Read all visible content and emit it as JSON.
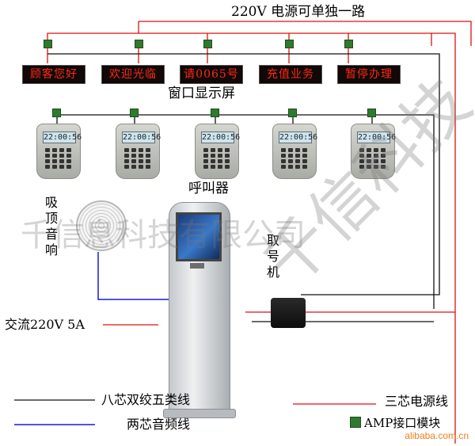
{
  "power_title": "220V 电源可单独一路",
  "window_display": {
    "caption": "窗口显示屏",
    "screens": [
      "顾客您好",
      "欢迎光临",
      "请0065号",
      "充值业务",
      "暂停办理"
    ]
  },
  "caller": {
    "caption": "呼叫器",
    "lcd_readouts": [
      "22:00:56",
      "22:00:56",
      "22:00:56",
      "22:00:56",
      "22:00:56"
    ]
  },
  "speaker_caption": "吸顶音响",
  "dispenser_caption": "取号机",
  "ac_input_label": "交流220V 5A",
  "legend": {
    "black_line": "八芯双绞五类线",
    "red_line": "三芯电源线",
    "blue_line": "两芯音频线",
    "green_block": "AMP接口模块"
  },
  "watermark_company": "千信息科技有限公司",
  "watermark_brand": "千信科技",
  "site_watermark": "alibaba.com.cn",
  "colors": {
    "power_wire": "#e01010",
    "data_wire": "#111111",
    "audio_wire": "#1a1ad8",
    "amp_module": "#2f7a2f",
    "led_text": "#ff2a12"
  }
}
